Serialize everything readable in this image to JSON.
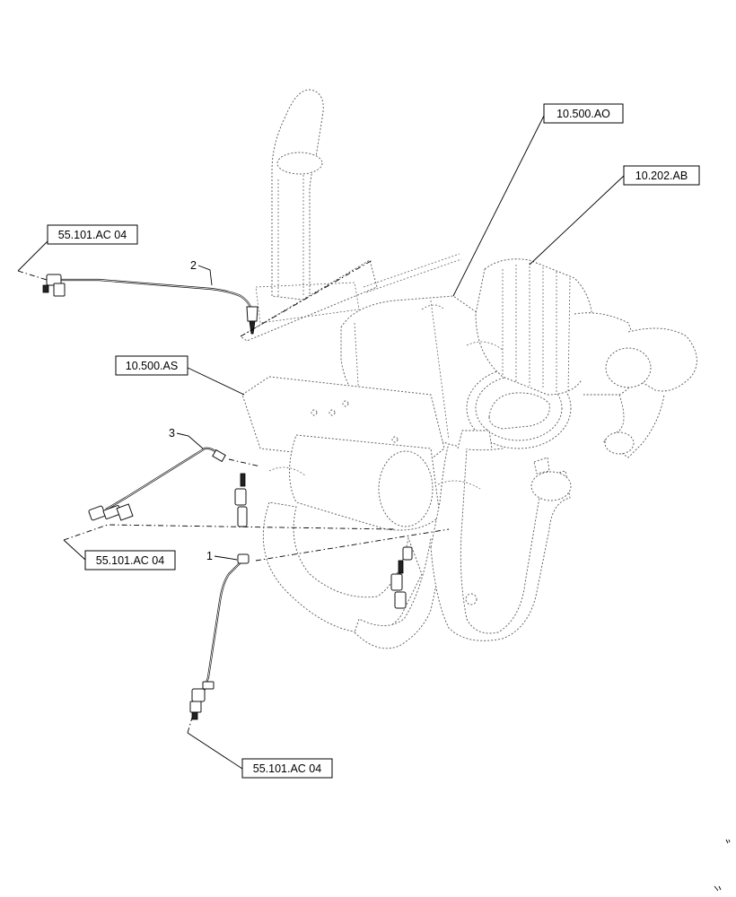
{
  "callouts": {
    "ref_10_500_AO": "10.500.AO",
    "ref_10_202_AB": "10.202.AB",
    "ref_10_500_AS": "10.500.AS",
    "ref_55_101_AC04_a": "55.101.AC 04",
    "ref_55_101_AC04_b": "55.101.AC 04",
    "ref_55_101_AC04_c": "55.101.AC 04"
  },
  "item_numbers": {
    "item_1": "1",
    "item_2": "2",
    "item_3": "3"
  },
  "icons": {
    "sensor_1": "temperature-sensor-icon",
    "sensor_2": "temperature-sensor-icon",
    "sensor_3": "temperature-sensor-icon"
  }
}
